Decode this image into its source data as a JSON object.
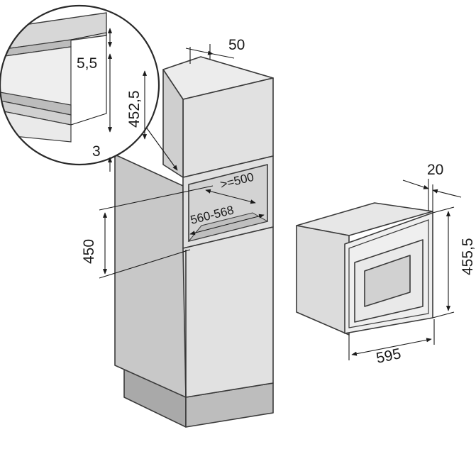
{
  "colors": {
    "cabinet_front": "#e1e1e1",
    "cabinet_side": "#c8c8c8",
    "cabinet_top": "#ececec",
    "cabinet_dark": "#a9a9a9",
    "niche_inner": "#d3d3d3",
    "oven_front": "#efefef",
    "oven_body": "#e7e7e7",
    "line": "#1a1a1a"
  },
  "dimensions": {
    "top_depth": "50",
    "gap_above": "5,5",
    "niche_height_detail": "452,5",
    "gap_below": "3",
    "niche_depth": ">=500",
    "niche_width": "560-568",
    "niche_floor_height": "450",
    "oven_front_depth": "20",
    "oven_height": "455,5",
    "oven_width": "595"
  }
}
